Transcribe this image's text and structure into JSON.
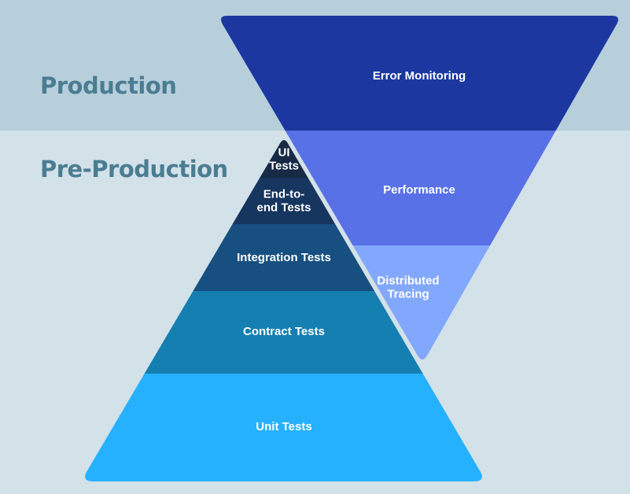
{
  "stages": {
    "production": "Production",
    "pre_production": "Pre-Production"
  },
  "monitoring_funnel": [
    {
      "label": [
        "Error Monitoring"
      ],
      "color": "#1e37a0"
    },
    {
      "label": [
        "Performance"
      ],
      "color": "#5871e6"
    },
    {
      "label": [
        "Distributed",
        "Tracing"
      ],
      "color": "#82a8fe"
    }
  ],
  "testing_pyramid": [
    {
      "label": [
        "UI",
        "Tests"
      ],
      "color": "#172a44"
    },
    {
      "label": [
        "End-to-",
        "end Tests"
      ],
      "color": "#14345e"
    },
    {
      "label": [
        "Integration Tests"
      ],
      "color": "#145080"
    },
    {
      "label": [
        "Contract Tests"
      ],
      "color": "#127fb2"
    },
    {
      "label": [
        "Unit Tests"
      ],
      "color": "#27b1fe"
    }
  ],
  "colors": {
    "production_band": "#b7cfdb",
    "pre_production_band": "#d3e1e8",
    "stage_label": "#4a7d92"
  }
}
